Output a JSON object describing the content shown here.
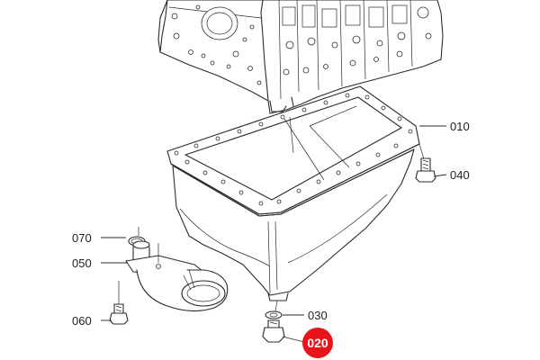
{
  "parts": [
    {
      "id": "p010",
      "label": "010"
    },
    {
      "id": "p040",
      "label": "040"
    },
    {
      "id": "p070",
      "label": "070"
    },
    {
      "id": "p050",
      "label": "050"
    },
    {
      "id": "p030",
      "label": "030"
    },
    {
      "id": "p060",
      "label": "060"
    }
  ],
  "highlighted_part": {
    "label": "020"
  },
  "colors": {
    "highlight": "#e8141b",
    "line": "#2b2b2b"
  }
}
